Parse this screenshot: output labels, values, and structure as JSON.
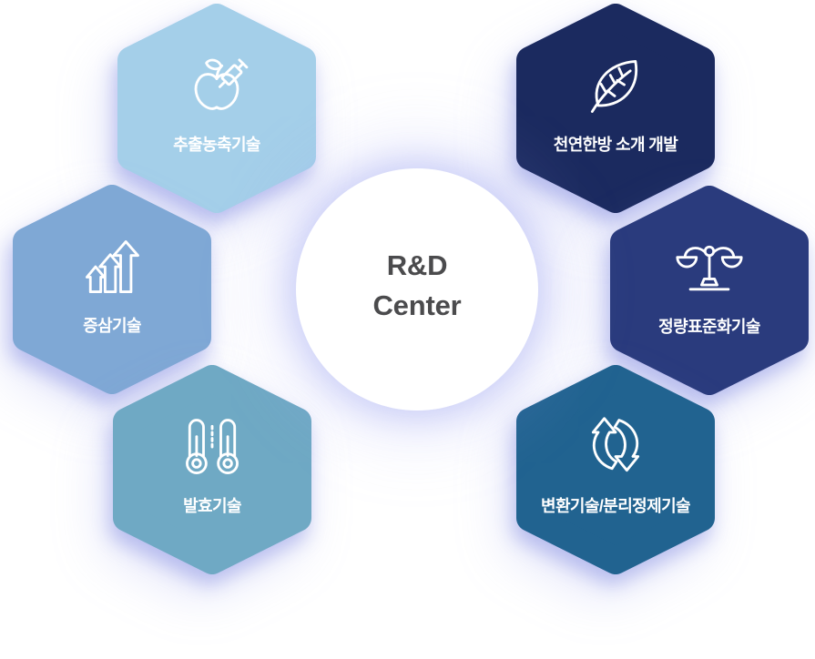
{
  "center": {
    "line1": "R&D",
    "line2": "Center",
    "bg_color": "#ffffff",
    "text_color": "#4b4b4d"
  },
  "glow_color": "#98a2ea",
  "hexagons": [
    {
      "label": "추출농축기술",
      "color": "#a4cfe9",
      "icon": "apple-syringe-icon"
    },
    {
      "label": "천연한방 소개 개발",
      "color": "#1b2a5f",
      "icon": "leaf-icon"
    },
    {
      "label": "증삼기술",
      "color": "#7fa8d5",
      "icon": "growth-arrows-icon"
    },
    {
      "label": "정량표준화기술",
      "color": "#2a3b7d",
      "icon": "balance-scale-icon"
    },
    {
      "label": "발효기술",
      "color": "#6fa9c4",
      "icon": "thermometers-icon"
    },
    {
      "label": "변환기술/분리정제기술",
      "color": "#216390",
      "icon": "cycle-arrows-icon"
    }
  ]
}
